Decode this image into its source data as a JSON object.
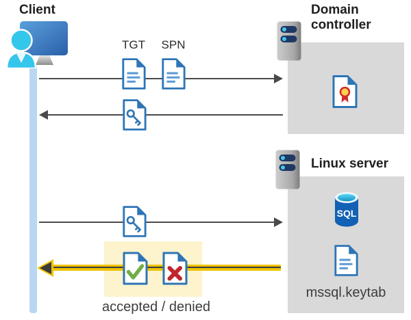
{
  "client": {
    "label": "Client"
  },
  "domain_controller": {
    "label": "Domain controller"
  },
  "linux_server": {
    "label": "Linux server",
    "sql_label": "SQL",
    "keytab_label": "mssql.keytab"
  },
  "messages": {
    "tgt_label": "TGT",
    "spn_label": "SPN",
    "result_label": "accepted / denied"
  },
  "icons": {
    "client": "client-computer-icon",
    "domain_controller": "server-icon",
    "linux_server": "server-icon",
    "certificate": "certificate-document-icon",
    "tgt": "ticket-document-icon",
    "spn": "ticket-document-icon",
    "service_ticket": "key-document-icon",
    "sql": "sql-database-icon",
    "keytab": "document-icon",
    "accepted": "check-document-icon",
    "denied": "x-document-icon"
  },
  "colors": {
    "document_blue": "#2e75b6",
    "document_line_blue": "#5b9bd5",
    "lifeline_blue": "#b9d7f3",
    "box_gray": "#d9d9d9",
    "arrow_gray": "#4a4a4a",
    "highlight_yellow": "#fdf3cc",
    "arrow_yellow": "#eec300",
    "accepted_green": "#70ad47",
    "denied_red": "#c0272d",
    "sql_blue": "#1261b4",
    "server_pill_navy": "#1f3864",
    "person_cyan": "#35c6eb"
  }
}
